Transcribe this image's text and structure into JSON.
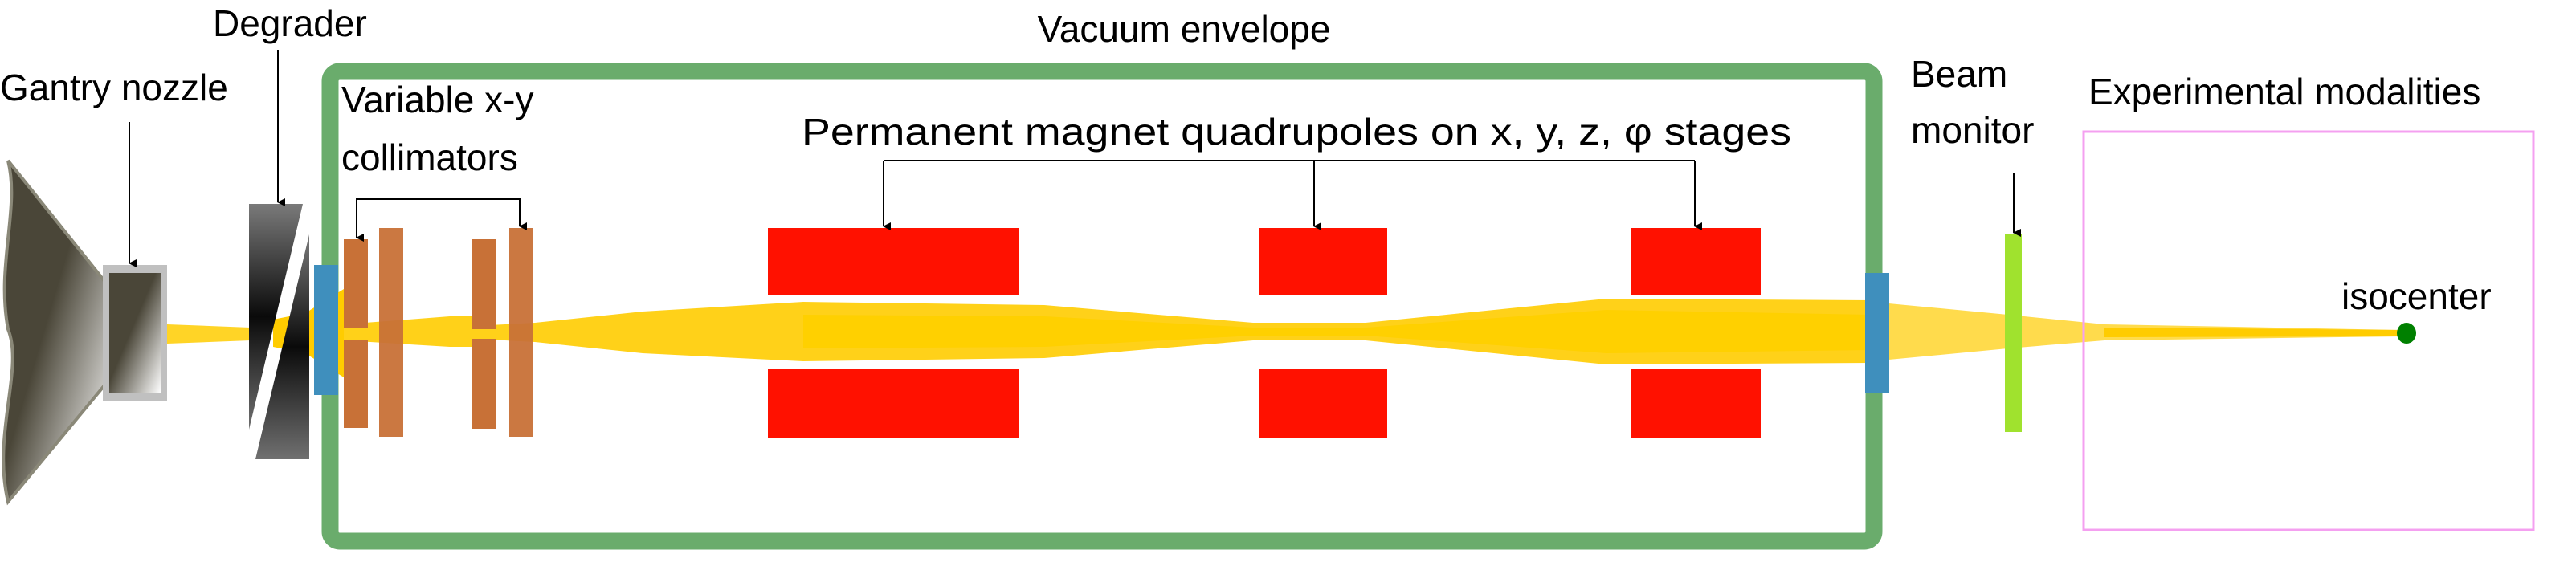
{
  "labels": {
    "gantry_nozzle": "Gantry nozzle",
    "degrader": "Degrader",
    "vacuum_envelope": "Vacuum envelope",
    "collimators_line1": "Variable x-y",
    "collimators_line2": "collimators",
    "quadrupoles": "Permanent magnet quadrupoles on x, y, z, φ stages",
    "beam_monitor_line1": "Beam",
    "beam_monitor_line2": "monitor",
    "experimental_modalities": "Experimental modalities",
    "isocenter": "isocenter"
  },
  "colors": {
    "vacuum_envelope": "#6aac6c",
    "window": "#3f8fbd",
    "collimator": "#c87137",
    "magnet": "#ff1100",
    "beam": "#ffcc00",
    "beam_monitor": "#a0e22e",
    "experimental_box": "#f4a0f0",
    "isocenter": "#008000"
  }
}
